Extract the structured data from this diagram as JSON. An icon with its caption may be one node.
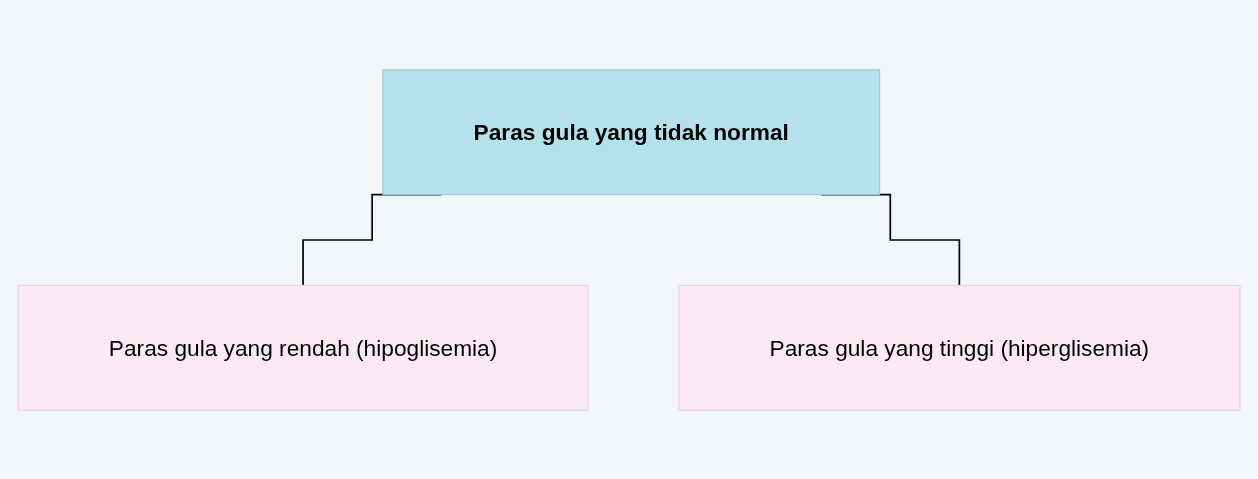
{
  "diagram": {
    "nodes": [
      {
        "text": [
          "Paras gula yang tidak normal"
        ]
      },
      {
        "text": [
          "Paras gula yang rendah (hipoglisemia)"
        ]
      },
      {
        "text": [
          "Paras gula yang tinggi (hiperglisemia)"
        ]
      }
    ],
    "edges": [
      {
        "from": 0,
        "to": 1,
        "arrow": "none"
      },
      {
        "from": 0,
        "to": 2,
        "arrow": "none"
      }
    ]
  }
}
